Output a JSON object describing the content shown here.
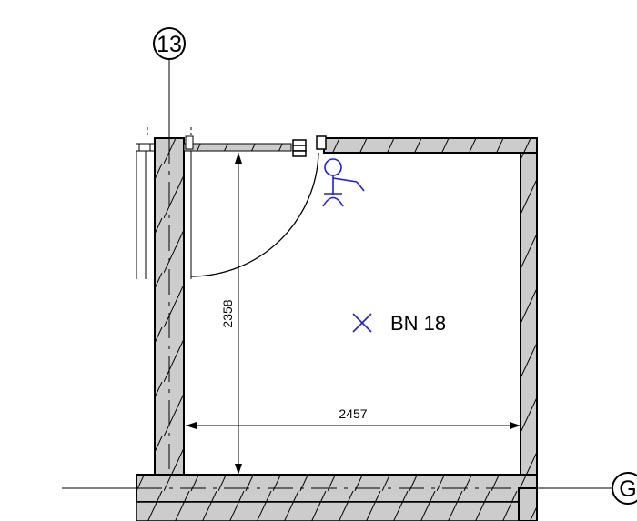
{
  "grid_axes": {
    "vertical_axis": "13",
    "horizontal_axis": "G"
  },
  "room": {
    "label": "BN 18"
  },
  "dimensions": {
    "height": "2358",
    "width": "2457"
  },
  "colors": {
    "wall_fill": "#cccccc",
    "ink": "#000000",
    "annotation_blue": "#1a1aff"
  },
  "icons": {
    "person": "person-icon",
    "room_marker": "room-marker-cross-icon",
    "door_swing": "door-swing-arc"
  }
}
